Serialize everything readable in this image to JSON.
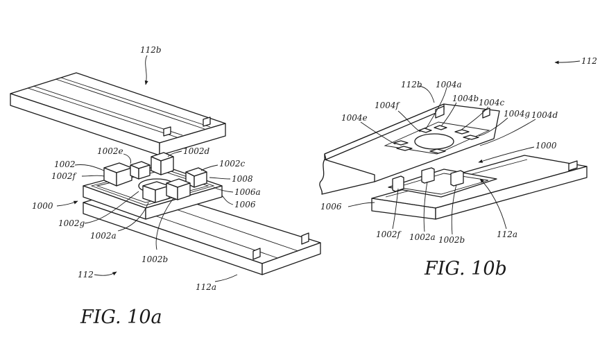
{
  "figures": {
    "fig_a_caption": "FIG. 10a",
    "fig_b_caption": "FIG. 10b"
  },
  "fig_a_labels": {
    "l112b": "112b",
    "l1002e": "1002e",
    "l1002d": "1002d",
    "l1002": "1002",
    "l1002f": "1002f",
    "l1002c": "1002c",
    "l1008": "1008",
    "l1006a": "1006a",
    "l1000": "1000",
    "l1006": "1006",
    "l1002g": "1002g",
    "l1002a": "1002a",
    "l1002b": "1002b",
    "l112": "112",
    "l112a": "112a"
  },
  "fig_b_labels": {
    "l112": "112",
    "l112b": "112b",
    "l1004a": "1004a",
    "l1004b": "1004b",
    "l1004f": "1004f",
    "l1004c": "1004c",
    "l1004g": "1004g",
    "l1004d": "1004d",
    "l1004e": "1004e",
    "l1000": "1000",
    "l1006": "1006",
    "l1002f": "1002f",
    "l1002a": "1002a",
    "l1002b": "1002b",
    "l112a": "112a"
  }
}
